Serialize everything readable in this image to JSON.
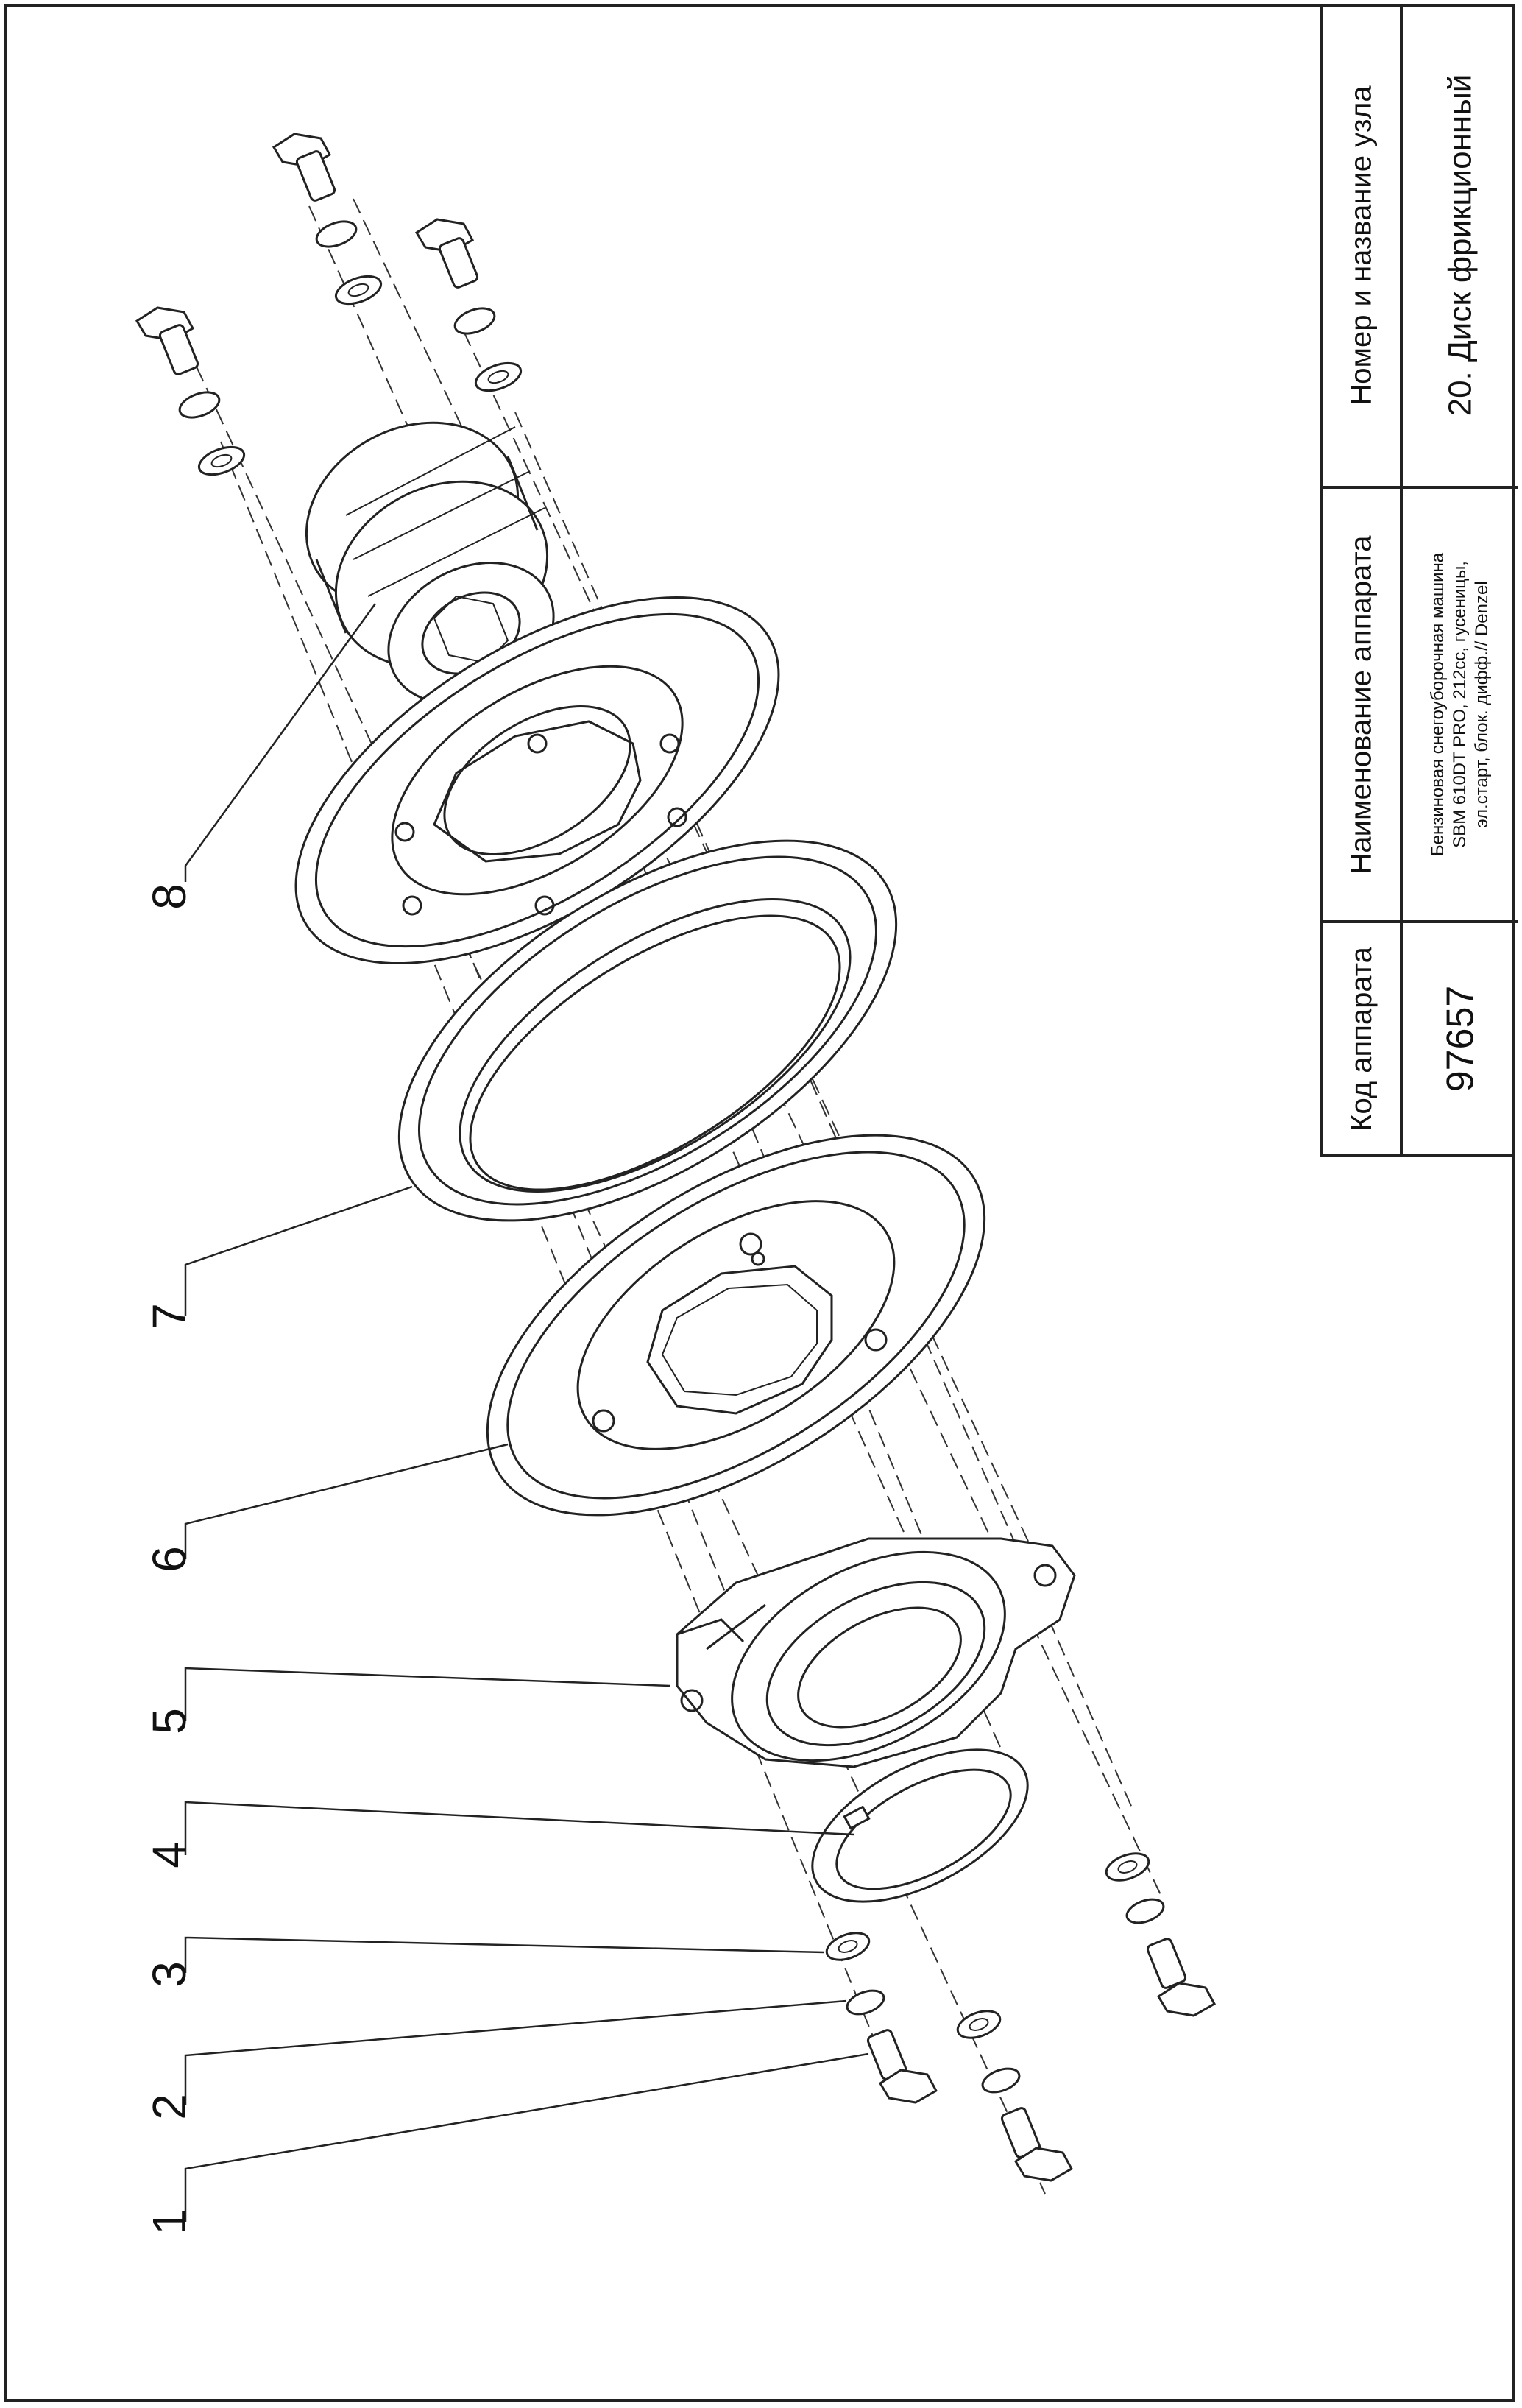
{
  "callouts": [
    "1",
    "2",
    "3",
    "4",
    "5",
    "6",
    "7",
    "8"
  ],
  "title_block": {
    "code_header": "Код аппарата",
    "code_value": "97657",
    "name_header": "Наименование аппарата",
    "name_lines": [
      "Бензиновая снегоуборочная машина",
      "SBM 610DT PRO, 212cc, гусеницы,",
      "эл.старт, блок. дифф.// Denzel"
    ],
    "node_header": "Номер и название узла",
    "node_value": "20. Диск фрикционный"
  }
}
